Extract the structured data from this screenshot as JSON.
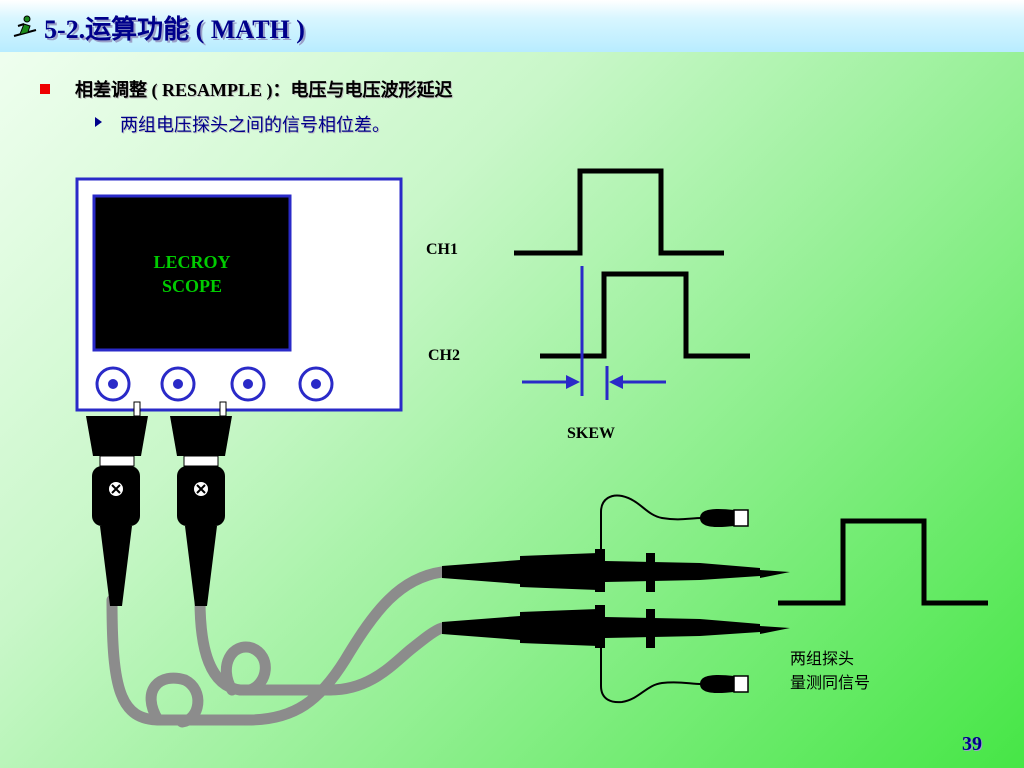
{
  "slide": {
    "title": "5-2.运算功能 ( MATH )",
    "bullet_text": "相差调整 ( RESAMPLE )：电压与电压波形延迟",
    "sub_bullet_text": "两组电压探头之间的信号相位差。",
    "page_number": "39"
  },
  "diagram": {
    "scope_label_line1": "LECROY",
    "scope_label_line2": "SCOPE",
    "ch1_label": "CH1",
    "ch2_label": "CH2",
    "skew_label": "SKEW",
    "probe_note_line1": "两组探头",
    "probe_note_line2": "量测同信号"
  },
  "colors": {
    "title": "#00008b",
    "scope_border": "#2a2ac8",
    "scope_label": "#00cc00",
    "skew_marker": "#2a2ac8",
    "cable": "#8c8c8c",
    "bullet": "#ee0000"
  }
}
